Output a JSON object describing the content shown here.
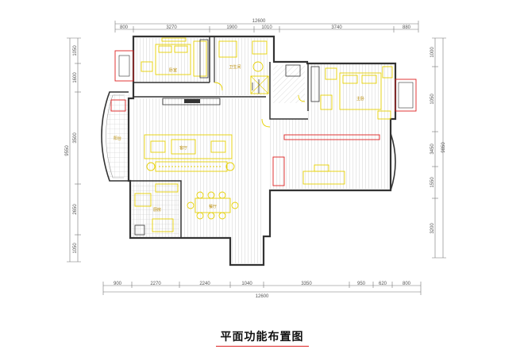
{
  "title": "平面功能布置图",
  "dimensions": {
    "top_total": "12600",
    "top_segments": [
      "800",
      "3270",
      "1900",
      "1010",
      "3740",
      "880"
    ],
    "bottom_total": "12600",
    "bottom_segments": [
      "900",
      "2270",
      "2240",
      "1040",
      "3350",
      "950",
      "620",
      "800"
    ],
    "left_segments": [
      "1050",
      "1600",
      "3500",
      "2650",
      "1050"
    ],
    "left_total": "9550",
    "right_segments": [
      "1000",
      "1050",
      "3450",
      "1550",
      "3200"
    ],
    "right_total": "9850"
  },
  "rooms": {
    "bedroom_1": "卧室",
    "bedroom_2": "主卧",
    "living_room": "客厅",
    "dining_room": "餐厅",
    "balcony": "阳台",
    "kitchen": "厨房",
    "bathroom": "卫生间"
  },
  "colors": {
    "wall": "#333333",
    "furniture": "#e6d000",
    "hatch": "#9a9a9a",
    "accent": "#d22222"
  }
}
